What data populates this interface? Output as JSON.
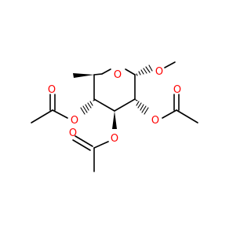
{
  "structure": {
    "atoms": [
      {
        "id": "ring-oxygen",
        "symbol": "O"
      },
      {
        "id": "methoxy-oxygen",
        "symbol": "O"
      },
      {
        "id": "acetyl-left-ester-oxygen",
        "symbol": "O"
      },
      {
        "id": "acetyl-left-carbonyl-oxygen",
        "symbol": "O"
      },
      {
        "id": "acetyl-right-ester-oxygen",
        "symbol": "O"
      },
      {
        "id": "acetyl-right-carbonyl-oxygen",
        "symbol": "O"
      },
      {
        "id": "acetyl-bottom-ester-oxygen",
        "symbol": "O"
      },
      {
        "id": "acetyl-bottom-carbonyl-oxygen",
        "symbol": "O"
      }
    ]
  },
  "colors": {
    "oxygen": "#ff0000",
    "bond": "#000000",
    "background": "#ffffff"
  }
}
